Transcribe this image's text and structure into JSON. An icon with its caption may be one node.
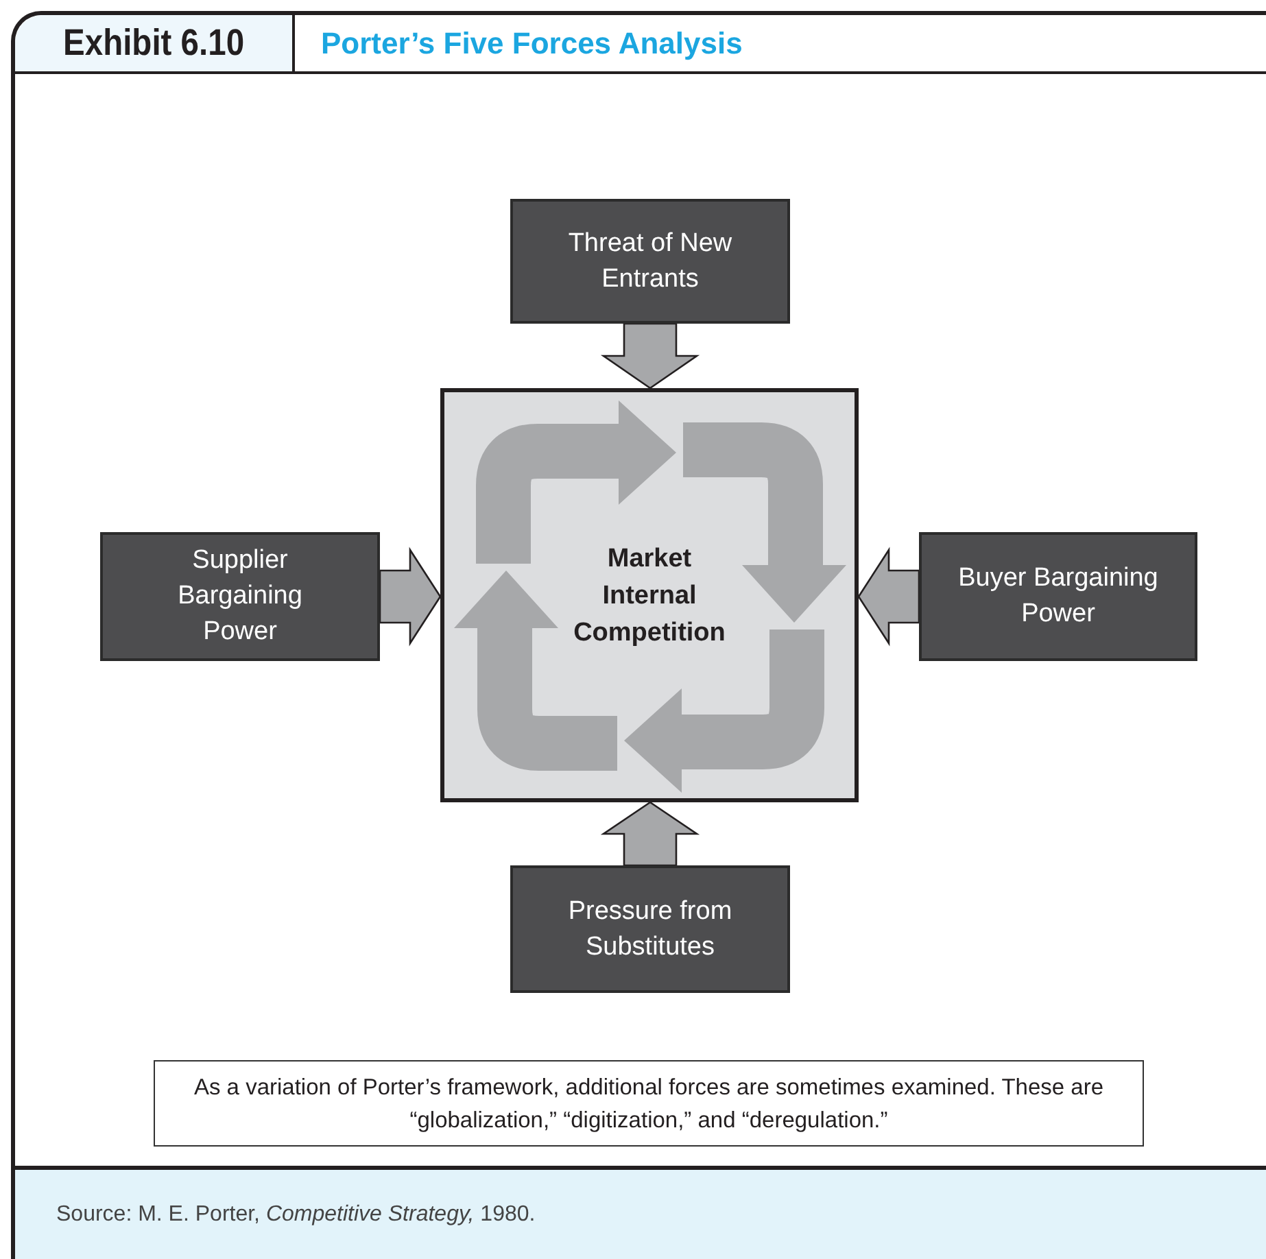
{
  "diagram": {
    "title": "Porter’s Five Forces Analysis",
    "caption": "Source: M. E. Porter, *Competitive Strategy,* 1980.",
    "labels": [
      "Exhibit 6.10"
    ],
    "nodes": [
      {
        "text": [
          "Threat of New Entrants"
        ]
      },
      {
        "text": [
          "Supplier Bargaining Power"
        ]
      },
      {
        "text": [
          "Market Internal Competition"
        ]
      },
      {
        "text": [
          "Buyer Bargaining Power"
        ]
      },
      {
        "text": [
          "Pressure from Substitutes"
        ]
      },
      {
        "text": [
          "As a variation of Porter’s framework, additional forces are sometimes examined. These are “globalization,” “digitization,” and “deregulation.”"
        ]
      }
    ],
    "edges": [
      {
        "from": 0,
        "to": 2,
        "arrow": "to",
        "style": "thick"
      },
      {
        "from": 1,
        "to": 2,
        "arrow": "to",
        "style": "thick"
      },
      {
        "from": 3,
        "to": 2,
        "arrow": "to",
        "style": "thick"
      },
      {
        "from": 4,
        "to": 2,
        "arrow": "to",
        "style": "thick"
      }
    ]
  }
}
